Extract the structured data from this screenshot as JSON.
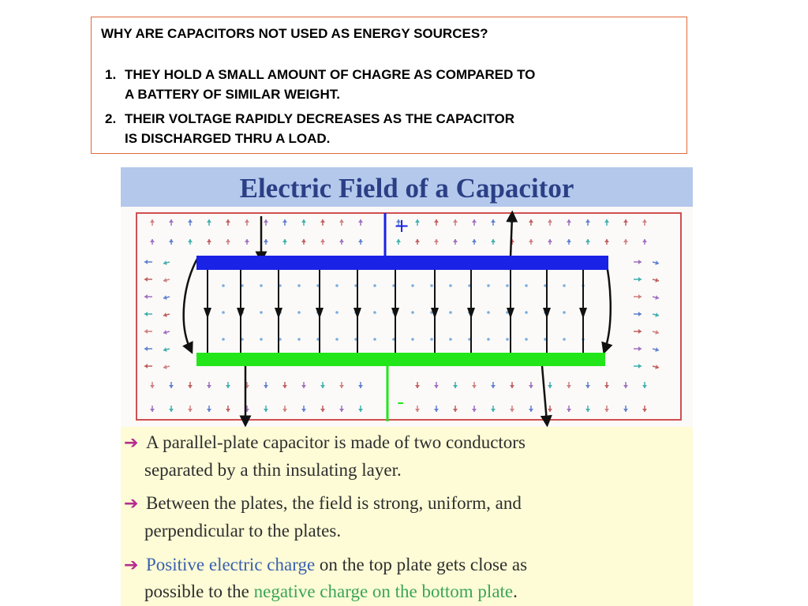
{
  "question": {
    "title": "WHY ARE CAPACITORS NOT USED AS ENERGY SOURCES?",
    "items": [
      {
        "number": "1.",
        "line1": "THEY HOLD A SMALL AMOUNT OF CHAGRE AS COMPARED TO",
        "line2": "A BATTERY OF SIMILAR WEIGHT."
      },
      {
        "number": "2.",
        "line1": "THEIR VOLTAGE RAPIDLY DECREASES AS THE CAPACITOR",
        "line2": "IS DISCHARGED THRU A LOAD."
      }
    ]
  },
  "figure": {
    "title": "Electric Field of a Capacitor",
    "plus_sign": "+",
    "minus_sign": "-",
    "colors": {
      "top_plate": "#1a22e6",
      "bottom_plate": "#22e61a",
      "header_bg": "#b4c8ec",
      "title_text": "#2b3f86",
      "border": "#d05050",
      "notes_bg": "#fdfcd6",
      "bullet": "#b52c90",
      "blue_text": "#3a5fb0",
      "green_text": "#3aa55a"
    }
  },
  "notes": {
    "bullet_icon": "➔",
    "note1": {
      "line1": "A parallel-plate capacitor is made of two conductors",
      "line2": "separated by a thin insulating layer."
    },
    "note2": {
      "line1": "Between the plates, the field is strong, uniform, and",
      "line2": "perpendicular to the plates."
    },
    "note3": {
      "line1_blue": "Positive electric charge",
      "line1_rest": " on the top plate gets close as",
      "line2_start": "possible to the ",
      "line2_green": "negative charge on the bottom plate",
      "line2_end": "."
    }
  }
}
